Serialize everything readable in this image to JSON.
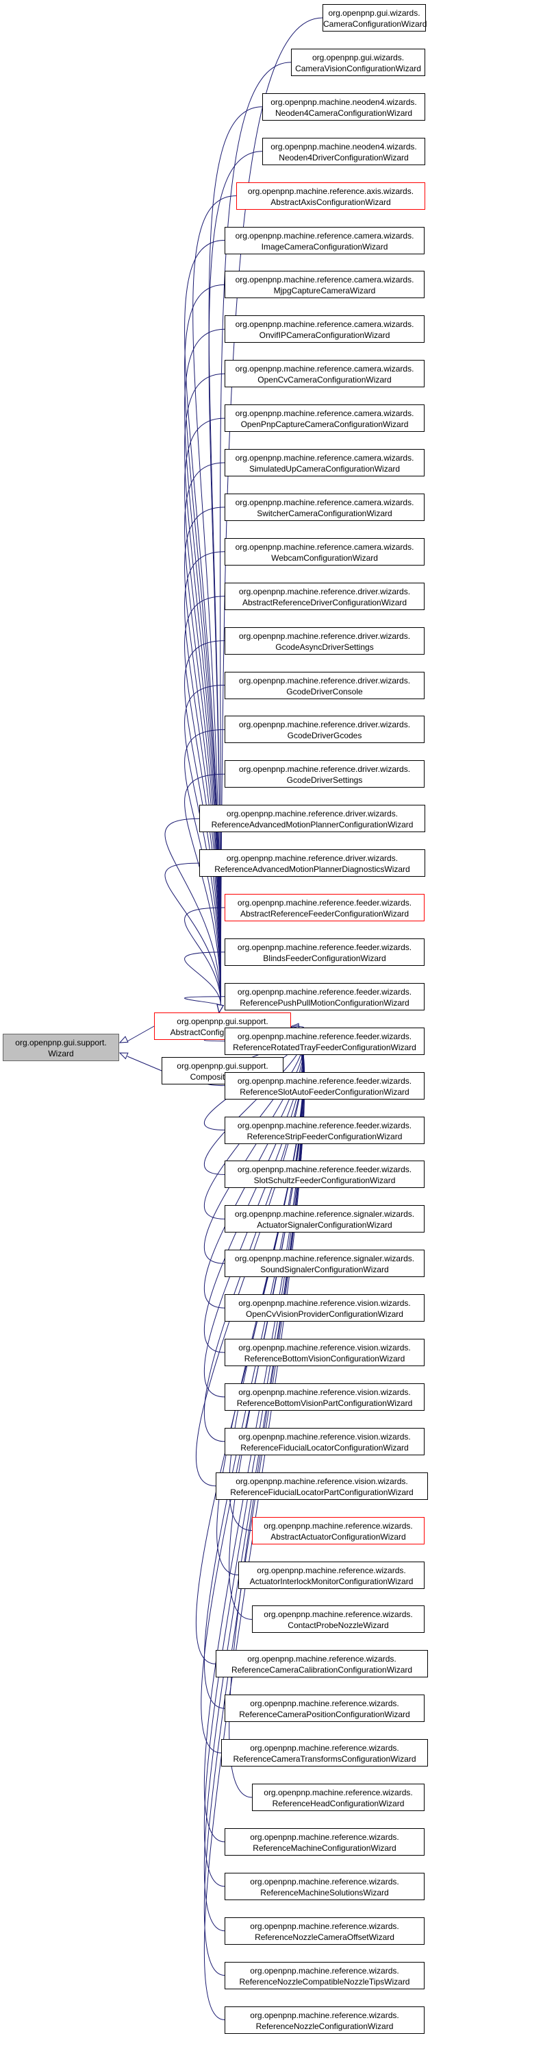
{
  "colors": {
    "edge": "#191970",
    "node_border": "#000000",
    "abstract_border": "#ff0000",
    "root_fill": "#c0c0c0"
  },
  "root": {
    "line1": "org.openpnp.gui.support.",
    "line2": "Wizard"
  },
  "middle": [
    {
      "line1": "org.openpnp.gui.support.",
      "line2": "AbstractConfigurationWizard",
      "abstract": true
    },
    {
      "line1": "org.openpnp.gui.support.",
      "line2": "CompositeWizard",
      "abstract": false
    }
  ],
  "leaves": [
    {
      "line1": "org.openpnp.gui.wizards.",
      "line2": "CameraConfigurationWizard",
      "abstract": false
    },
    {
      "line1": "org.openpnp.gui.wizards.",
      "line2": "CameraVisionConfigurationWizard",
      "abstract": false
    },
    {
      "line1": "org.openpnp.machine.neoden4.wizards.",
      "line2": "Neoden4CameraConfigurationWizard",
      "abstract": false
    },
    {
      "line1": "org.openpnp.machine.neoden4.wizards.",
      "line2": "Neoden4DriverConfigurationWizard",
      "abstract": false
    },
    {
      "line1": "org.openpnp.machine.reference.axis.wizards.",
      "line2": "AbstractAxisConfigurationWizard",
      "abstract": true
    },
    {
      "line1": "org.openpnp.machine.reference.camera.wizards.",
      "line2": "ImageCameraConfigurationWizard",
      "abstract": false
    },
    {
      "line1": "org.openpnp.machine.reference.camera.wizards.",
      "line2": "MjpgCaptureCameraWizard",
      "abstract": false
    },
    {
      "line1": "org.openpnp.machine.reference.camera.wizards.",
      "line2": "OnvifIPCameraConfigurationWizard",
      "abstract": false
    },
    {
      "line1": "org.openpnp.machine.reference.camera.wizards.",
      "line2": "OpenCvCameraConfigurationWizard",
      "abstract": false
    },
    {
      "line1": "org.openpnp.machine.reference.camera.wizards.",
      "line2": "OpenPnpCaptureCameraConfigurationWizard",
      "abstract": false
    },
    {
      "line1": "org.openpnp.machine.reference.camera.wizards.",
      "line2": "SimulatedUpCameraConfigurationWizard",
      "abstract": false
    },
    {
      "line1": "org.openpnp.machine.reference.camera.wizards.",
      "line2": "SwitcherCameraConfigurationWizard",
      "abstract": false
    },
    {
      "line1": "org.openpnp.machine.reference.camera.wizards.",
      "line2": "WebcamConfigurationWizard",
      "abstract": false
    },
    {
      "line1": "org.openpnp.machine.reference.driver.wizards.",
      "line2": "AbstractReferenceDriverConfigurationWizard",
      "abstract": false
    },
    {
      "line1": "org.openpnp.machine.reference.driver.wizards.",
      "line2": "GcodeAsyncDriverSettings",
      "abstract": false
    },
    {
      "line1": "org.openpnp.machine.reference.driver.wizards.",
      "line2": "GcodeDriverConsole",
      "abstract": false
    },
    {
      "line1": "org.openpnp.machine.reference.driver.wizards.",
      "line2": "GcodeDriverGcodes",
      "abstract": false
    },
    {
      "line1": "org.openpnp.machine.reference.driver.wizards.",
      "line2": "GcodeDriverSettings",
      "abstract": false
    },
    {
      "line1": "org.openpnp.machine.reference.driver.wizards.",
      "line2": "ReferenceAdvancedMotionPlannerConfigurationWizard",
      "abstract": false
    },
    {
      "line1": "org.openpnp.machine.reference.driver.wizards.",
      "line2": "ReferenceAdvancedMotionPlannerDiagnosticsWizard",
      "abstract": false
    },
    {
      "line1": "org.openpnp.machine.reference.feeder.wizards.",
      "line2": "AbstractReferenceFeederConfigurationWizard",
      "abstract": true
    },
    {
      "line1": "org.openpnp.machine.reference.feeder.wizards.",
      "line2": "BlindsFeederConfigurationWizard",
      "abstract": false
    },
    {
      "line1": "org.openpnp.machine.reference.feeder.wizards.",
      "line2": "ReferencePushPullMotionConfigurationWizard",
      "abstract": false
    },
    {
      "line1": "org.openpnp.machine.reference.feeder.wizards.",
      "line2": "ReferenceRotatedTrayFeederConfigurationWizard",
      "abstract": false
    },
    {
      "line1": "org.openpnp.machine.reference.feeder.wizards.",
      "line2": "ReferenceSlotAutoFeederConfigurationWizard",
      "abstract": false
    },
    {
      "line1": "org.openpnp.machine.reference.feeder.wizards.",
      "line2": "ReferenceStripFeederConfigurationWizard",
      "abstract": false
    },
    {
      "line1": "org.openpnp.machine.reference.feeder.wizards.",
      "line2": "SlotSchultzFeederConfigurationWizard",
      "abstract": false
    },
    {
      "line1": "org.openpnp.machine.reference.signaler.wizards.",
      "line2": "ActuatorSignalerConfigurationWizard",
      "abstract": false
    },
    {
      "line1": "org.openpnp.machine.reference.signaler.wizards.",
      "line2": "SoundSignalerConfigurationWizard",
      "abstract": false
    },
    {
      "line1": "org.openpnp.machine.reference.vision.wizards.",
      "line2": "OpenCvVisionProviderConfigurationWizard",
      "abstract": false
    },
    {
      "line1": "org.openpnp.machine.reference.vision.wizards.",
      "line2": "ReferenceBottomVisionConfigurationWizard",
      "abstract": false
    },
    {
      "line1": "org.openpnp.machine.reference.vision.wizards.",
      "line2": "ReferenceBottomVisionPartConfigurationWizard",
      "abstract": false
    },
    {
      "line1": "org.openpnp.machine.reference.vision.wizards.",
      "line2": "ReferenceFiducialLocatorConfigurationWizard",
      "abstract": false
    },
    {
      "line1": "org.openpnp.machine.reference.vision.wizards.",
      "line2": "ReferenceFiducialLocatorPartConfigurationWizard",
      "abstract": false
    },
    {
      "line1": "org.openpnp.machine.reference.wizards.",
      "line2": "AbstractActuatorConfigurationWizard",
      "abstract": true
    },
    {
      "line1": "org.openpnp.machine.reference.wizards.",
      "line2": "ActuatorInterlockMonitorConfigurationWizard",
      "abstract": false
    },
    {
      "line1": "org.openpnp.machine.reference.wizards.",
      "line2": "ContactProbeNozzleWizard",
      "abstract": false
    },
    {
      "line1": "org.openpnp.machine.reference.wizards.",
      "line2": "ReferenceCameraCalibrationConfigurationWizard",
      "abstract": false
    },
    {
      "line1": "org.openpnp.machine.reference.wizards.",
      "line2": "ReferenceCameraPositionConfigurationWizard",
      "abstract": false
    },
    {
      "line1": "org.openpnp.machine.reference.wizards.",
      "line2": "ReferenceCameraTransformsConfigurationWizard",
      "abstract": false
    },
    {
      "line1": "org.openpnp.machine.reference.wizards.",
      "line2": "ReferenceHeadConfigurationWizard",
      "abstract": false
    },
    {
      "line1": "org.openpnp.machine.reference.wizards.",
      "line2": "ReferenceMachineConfigurationWizard",
      "abstract": false
    },
    {
      "line1": "org.openpnp.machine.reference.wizards.",
      "line2": "ReferenceMachineSolutionsWizard",
      "abstract": false
    },
    {
      "line1": "org.openpnp.machine.reference.wizards.",
      "line2": "ReferenceNozzleCameraOffsetWizard",
      "abstract": false
    },
    {
      "line1": "org.openpnp.machine.reference.wizards.",
      "line2": "ReferenceNozzleCompatibleNozzleTipsWizard",
      "abstract": false
    },
    {
      "line1": "org.openpnp.machine.reference.wizards.",
      "line2": "ReferenceNozzleConfigurationWizard",
      "abstract": false
    }
  ]
}
